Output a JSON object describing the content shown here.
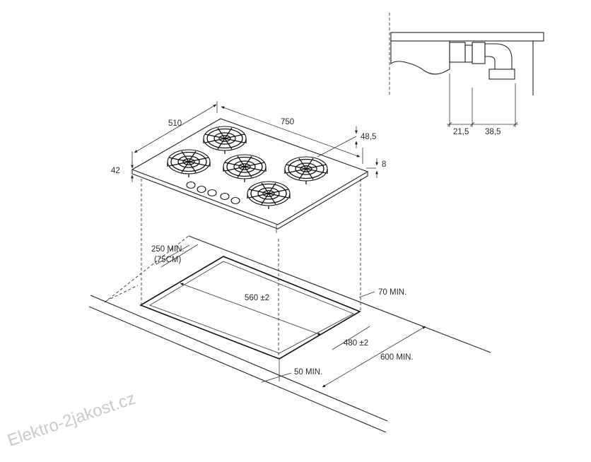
{
  "labels": {
    "width_750": "750",
    "depth_510": "510",
    "height_42": "42",
    "dim_48_5": "48,5",
    "dim_8": "8",
    "dim_21_5": "21,5",
    "dim_38_5": "38,5",
    "cutout_560": "560 ±2",
    "cutout_480": "480 ±2",
    "wall_250": "250 MIN.",
    "wall_75cm": "(75CM)",
    "back_70": "70 MIN.",
    "front_50": "50 MIN.",
    "depth_600": "600 MIN."
  },
  "watermark": "Elektro-2jakost.cz"
}
